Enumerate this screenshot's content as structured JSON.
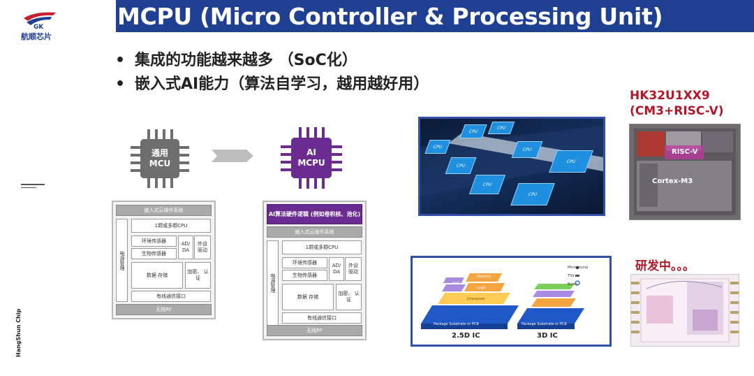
{
  "header": {
    "title": "MCPU (Micro Controller & Processing Unit)"
  },
  "logo": {
    "name": "航顺芯片"
  },
  "bullets": [
    "集成的功能越来越多 （SoC化）",
    "嵌入式AI能力（算法自学习，越用越好用）"
  ],
  "side_label": "HangShun Chip",
  "chips": {
    "mcu": [
      "通用",
      "MCU"
    ],
    "ai": [
      "AI",
      "MCPU"
    ]
  },
  "colors": {
    "title_bar": "#1f3f93",
    "mcu_chip": "#6e6e6e",
    "ai_chip": "#6a2c91",
    "label_red": "#b0182a"
  },
  "diagram_left": {
    "os": "嵌入式云操作系统",
    "power": "电源管理",
    "cpu": "1颗或多颗CPU",
    "env_sensor": "环境传感器",
    "bio_sensor": "生物传感器",
    "adda": "AD/ DA",
    "peripheral": "外设 驱动",
    "storage": "数据 存储",
    "crypto": "加密、 认证",
    "wired": "有线通信接口",
    "wireless": "无线RF"
  },
  "diagram_right": {
    "ai_logic": "AI算法硬件逻辑 (例如卷积核、池化)",
    "os": "嵌入式云操作系统",
    "power": "电源管理",
    "cpu": "1颗或多颗CPU",
    "env_sensor": "环境传感器",
    "bio_sensor": "生物传感器",
    "adda": "AD/ DA",
    "peripheral": "外设 驱动",
    "storage": "数据 存储",
    "crypto": "加密、 认证",
    "wired": "有线通信接口",
    "wireless": "无线RF"
  },
  "cpu_image": {
    "blocks": [
      "CPU",
      "CPU",
      "CPU",
      "CPU",
      "CPU",
      "CPU",
      "CPU",
      "CPU"
    ]
  },
  "package_image": {
    "legend": [
      "Micro bump",
      "TSV",
      "Bump"
    ],
    "blocks": [
      "ASIC",
      "Memory",
      "Logic",
      "Interposer"
    ],
    "substrate": "Package Substrate or PCB",
    "label_25d": "2.5D IC",
    "label_3d": "3D IC"
  },
  "die1": {
    "part": "HK32U1XX9",
    "cores": "(CM3+RISC-V)",
    "risc_v": "RISC-V",
    "cortex": "Cortex-M3"
  },
  "die2": {
    "label": "研发中。。。"
  }
}
